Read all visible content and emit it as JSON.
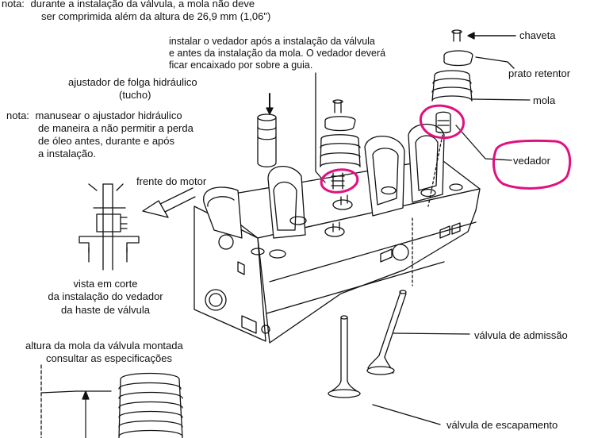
{
  "notes": {
    "spring_note": {
      "prefix": "nota:",
      "lines": [
        "durante a instalação da válvula, a mola não deve",
        "ser comprimida além da altura de 26,9 mm (1,06\")"
      ]
    },
    "seal_install": {
      "lines": [
        "instalar o vedador após a instalação da válvula",
        "e antes da instalação da mola. O vedador deverá",
        "ficar encaixado por sobre a guia."
      ]
    },
    "tappet_note": {
      "prefix": "nota:",
      "lines": [
        "manusear o ajustador hidráulico",
        "de maneira a não permitir a perda",
        "de óleo antes, durante e após",
        "a instalação."
      ]
    }
  },
  "labels": {
    "chaveta": "chaveta",
    "prato_retentor": "prato retentor",
    "mola": "mola",
    "vedador": "vedador",
    "ajustador_line1": "ajustador de folga hidráulico",
    "ajustador_line2": "(tucho)",
    "frente_motor": "frente do motor",
    "vista_corte": [
      "vista em corte",
      "da instalação do vedador",
      "da haste de válvula"
    ],
    "valvula_admissao": "válvula de admissão",
    "valvula_escapamento": "válvula de escapamento",
    "altura_mola": [
      "altura da mola da válvula montada",
      "consultar as especificações"
    ]
  },
  "colors": {
    "ink": "#111111",
    "highlight": "#e0117f"
  }
}
